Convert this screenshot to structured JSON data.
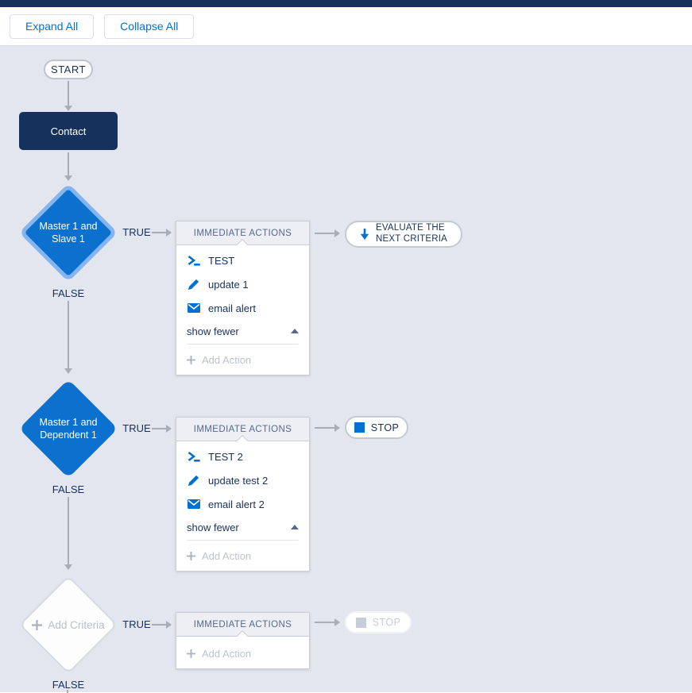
{
  "toolbar": {
    "expand_all_label": "Expand All",
    "collapse_all_label": "Collapse All"
  },
  "colors": {
    "top_bar": "#16325c",
    "accent_blue": "#0070d2",
    "navy_text": "#16325c",
    "canvas_bg": "#e3e6ee",
    "diamond_fill": "#0c70cf",
    "diamond_selected_border": "#85b5ee",
    "connector_gray": "#a8aeb9",
    "disabled_gray": "#c7cdd8",
    "header_muted": "#54698d"
  },
  "flow": {
    "start_label": "START",
    "entity_label": "Contact",
    "true_label": "TRUE",
    "false_label": "FALSE",
    "immediate_actions_title": "IMMEDIATE ACTIONS",
    "show_fewer_label": "show fewer",
    "add_action_label": "Add Action",
    "add_criteria_label": "Add Criteria",
    "evaluate_next_line1": "EVALUATE THE",
    "evaluate_next_line2": "NEXT CRITERIA",
    "stop_label": "STOP",
    "criteria": [
      {
        "name_line1": "Master 1 and",
        "name_line2": "Slave 1",
        "selected": true,
        "actions": [
          {
            "icon": "terminal-icon",
            "label": "TEST"
          },
          {
            "icon": "pencil-icon",
            "label": "update 1"
          },
          {
            "icon": "email-icon",
            "label": "email alert"
          }
        ]
      },
      {
        "name_line1": "Master 1 and",
        "name_line2": "Dependent 1",
        "selected": false,
        "actions": [
          {
            "icon": "terminal-icon",
            "label": "TEST 2"
          },
          {
            "icon": "pencil-icon",
            "label": "update test 2"
          },
          {
            "icon": "email-icon",
            "label": "email alert 2"
          }
        ]
      },
      {
        "placeholder": true,
        "selected": false,
        "actions": []
      }
    ]
  }
}
